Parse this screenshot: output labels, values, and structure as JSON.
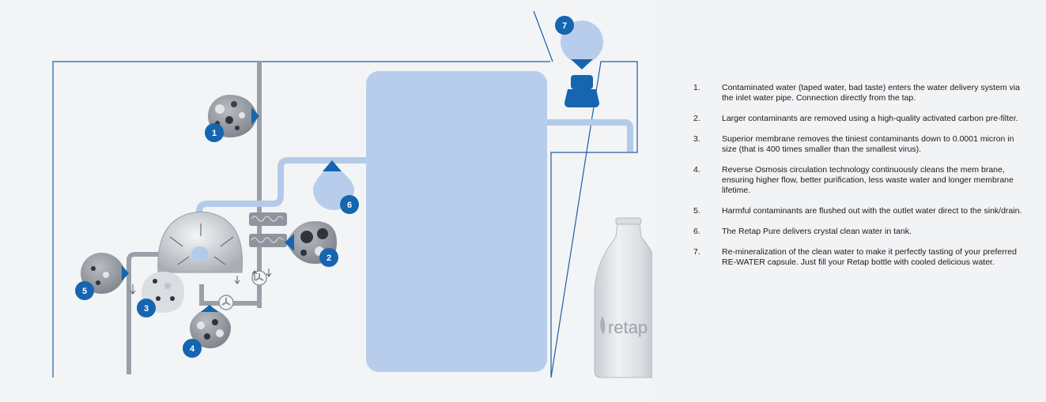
{
  "steps": [
    {
      "number": "1.",
      "text": "Contaminated water (taped water, bad taste) enters the water delivery system via the inlet water pipe. Connection directly from the tap."
    },
    {
      "number": "2.",
      "text": "Larger contaminants are removed using a high-quality activated carbon pre-filter."
    },
    {
      "number": "3.",
      "text": "Superior membrane removes the tiniest contaminants down to 0.0001 micron in size (that is 400 times smaller than the smallest virus)."
    },
    {
      "number": "4.",
      "text": "Reverse Osmosis circulation technology continuously cleans the mem brane, ensuring higher flow, better purification, less waste water and longer membrane lifetime."
    },
    {
      "number": "5.",
      "text": "Harmful contaminants are flushed out with the outlet water direct to the sink/drain."
    },
    {
      "number": "6.",
      "text": "The Retap Pure delivers crystal clean water in tank."
    },
    {
      "number": "7.",
      "text": "Re-mineralization of the clean water to make it perfectly tasting of your preferred RE-WATER capsule. Just fill your Retap bottle with cooled delicious water."
    }
  ],
  "markers": [
    "1",
    "2",
    "3",
    "4",
    "5",
    "6",
    "7"
  ],
  "bottle": {
    "brand": "retap"
  },
  "colors": {
    "marker": "#1565b0",
    "tank": "#b8cdeb",
    "pipe_clean": "#b3cbe9",
    "pipe_raw": "#9aa0a8",
    "outline": "#1f5ea8"
  }
}
